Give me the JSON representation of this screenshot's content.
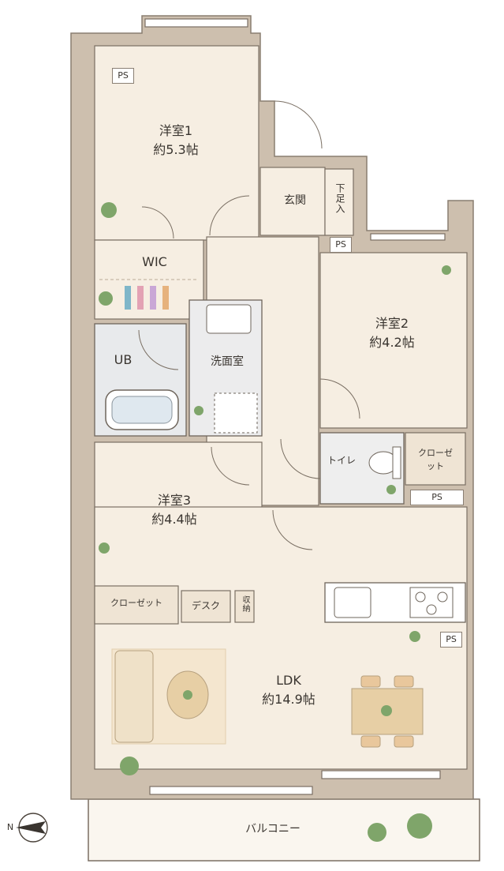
{
  "rooms": {
    "western1": {
      "name": "洋室1",
      "size": "約5.3帖"
    },
    "western2": {
      "name": "洋室2",
      "size": "約4.2帖"
    },
    "western3": {
      "name": "洋室3",
      "size": "約4.4帖"
    },
    "ldk": {
      "name": "LDK",
      "size": "約14.9帖"
    },
    "wic": "WIC",
    "ub": "UB",
    "washroom": "洗面室",
    "entrance": "玄関",
    "shoe_storage": "下足入",
    "toilet": "トイレ",
    "closet_room2": "クローゼット",
    "closet_room3": "クローゼット",
    "desk": "デスク",
    "storage": "収納",
    "balcony": "バルコニー"
  },
  "ps_labels": [
    "PS",
    "PS",
    "PS",
    "PS"
  ],
  "compass": {
    "north_label": "N"
  },
  "colors": {
    "wall": "#c8b9a6",
    "floor": "#f6eee2",
    "wet_area": "#e9ecef",
    "outline": "#7a6f63"
  }
}
